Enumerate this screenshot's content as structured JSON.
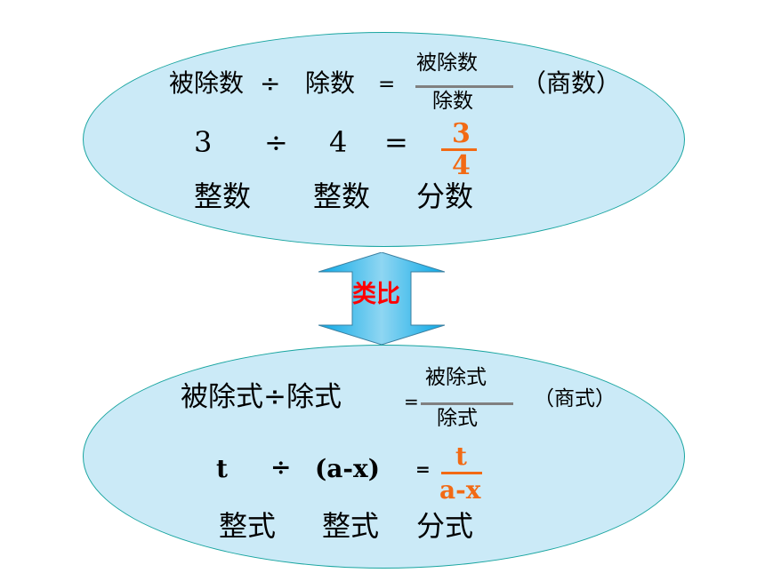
{
  "top": {
    "formula": {
      "dividend": "被除数",
      "div_sign": "÷",
      "divisor": "除数",
      "equals": "=",
      "numerator": "被除数",
      "denominator": "除数",
      "quotient": "（商数）"
    },
    "example": {
      "a": "3",
      "div_sign": "÷",
      "b": "4",
      "equals": "=",
      "numerator": "3",
      "denominator": "4"
    },
    "types": {
      "a": "整数",
      "b": "整数",
      "result": "分数"
    }
  },
  "arrow_label": "类比",
  "bottom": {
    "formula": {
      "expr": "被除式÷除式",
      "equals": "=",
      "numerator": "被除式",
      "denominator": "除式",
      "quotient": "（商式）"
    },
    "example": {
      "a": "t",
      "div_sign": "÷",
      "b": "(a-x)",
      "equals": "=",
      "numerator": "t",
      "denominator": "a-x"
    },
    "types": {
      "a": "整式",
      "b": "整式",
      "result": "分式"
    }
  },
  "colors": {
    "ellipse_fill": "#cbeaf7",
    "ellipse_border": "#19a5a0",
    "accent": "#f26a14",
    "label": "#ff0000"
  }
}
